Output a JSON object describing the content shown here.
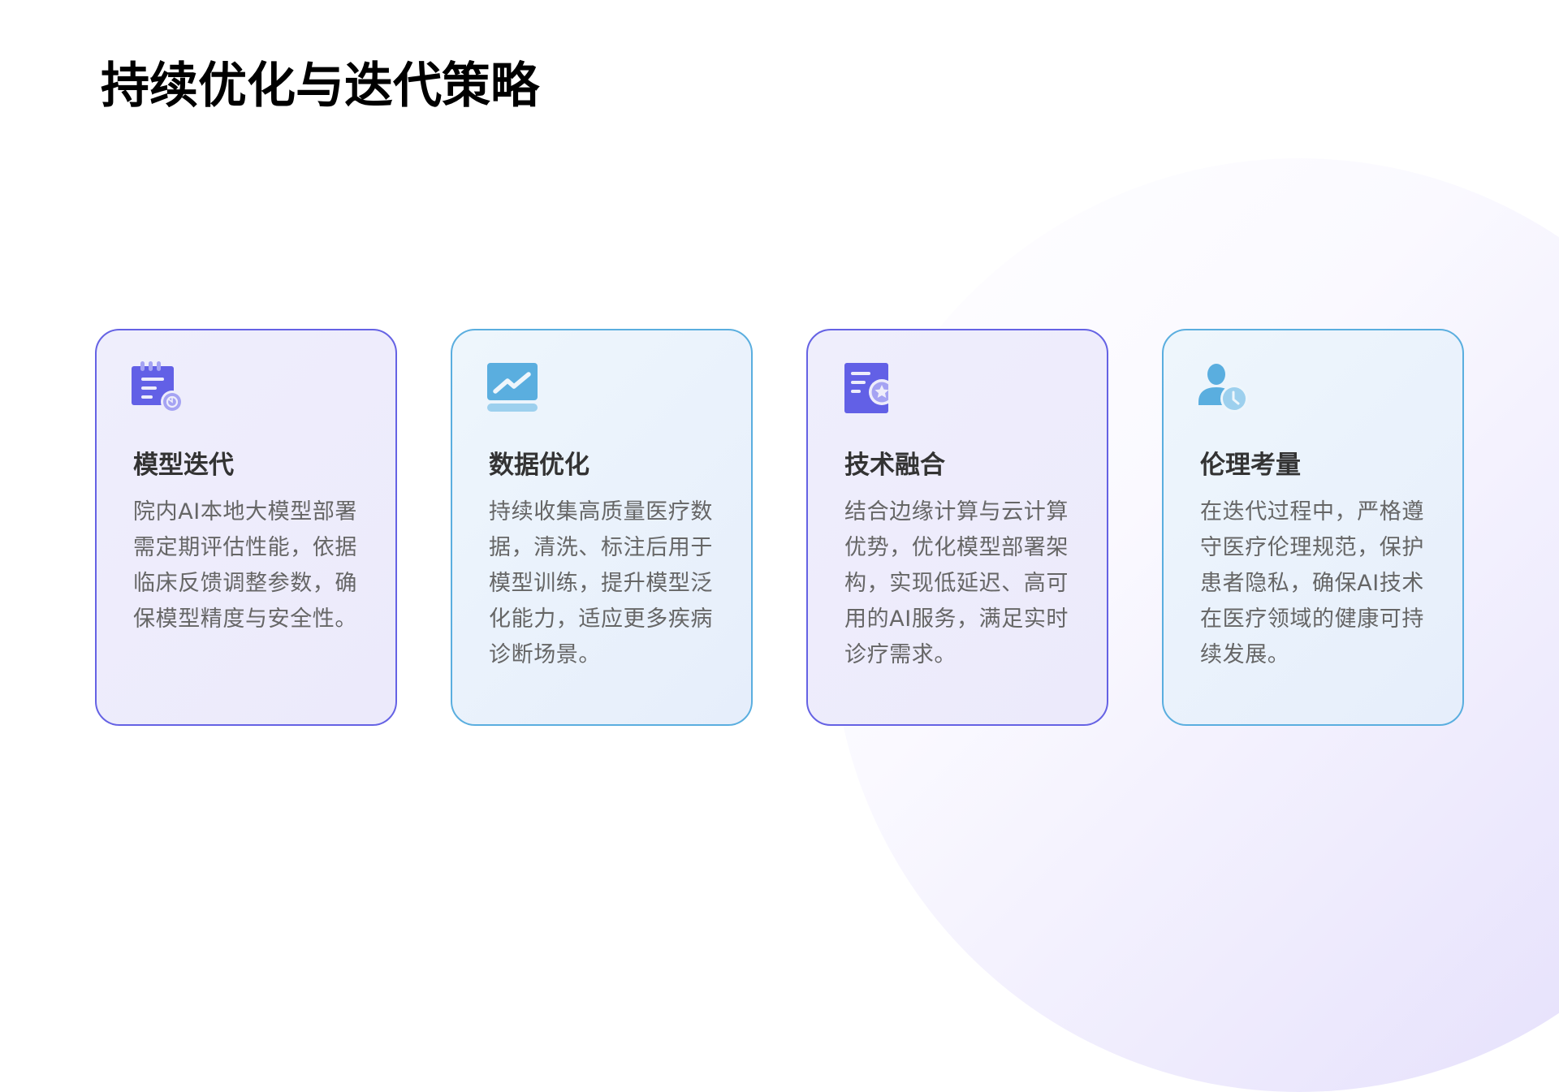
{
  "page": {
    "title": "持续优化与迭代策略"
  },
  "colors": {
    "accent_purple": "#6562e4",
    "accent_blue": "#5aaedf",
    "icon_purple": "#6260e6",
    "icon_purple_light": "#a5a3f3",
    "icon_blue": "#5aaedf",
    "icon_blue_light": "#9dd0ee",
    "title_text": "#000000",
    "heading_text": "#333333",
    "body_text": "#666666"
  },
  "cards": [
    {
      "icon": "notepad-timer-icon",
      "theme": "purple",
      "title": "模型迭代",
      "description": "院内AI本地大模型部署需定期评估性能，依据临床反馈调整参数，确保模型精度与安全性。"
    },
    {
      "icon": "trend-chart-icon",
      "theme": "blue",
      "title": "数据优化",
      "description": "持续收集高质量医疗数据，清洗、标注后用于模型训练，提升模型泛化能力，适应更多疾病诊断场景。"
    },
    {
      "icon": "document-star-icon",
      "theme": "purple",
      "title": "技术融合",
      "description": "结合边缘计算与云计算优势，优化模型部署架构，实现低延迟、高可用的AI服务，满足实时诊疗需求。"
    },
    {
      "icon": "user-clock-icon",
      "theme": "blue",
      "title": "伦理考量",
      "description": "在迭代过程中，严格遵守医疗伦理规范，保护患者隐私，确保AI技术在医疗领域的健康可持续发展。"
    }
  ]
}
